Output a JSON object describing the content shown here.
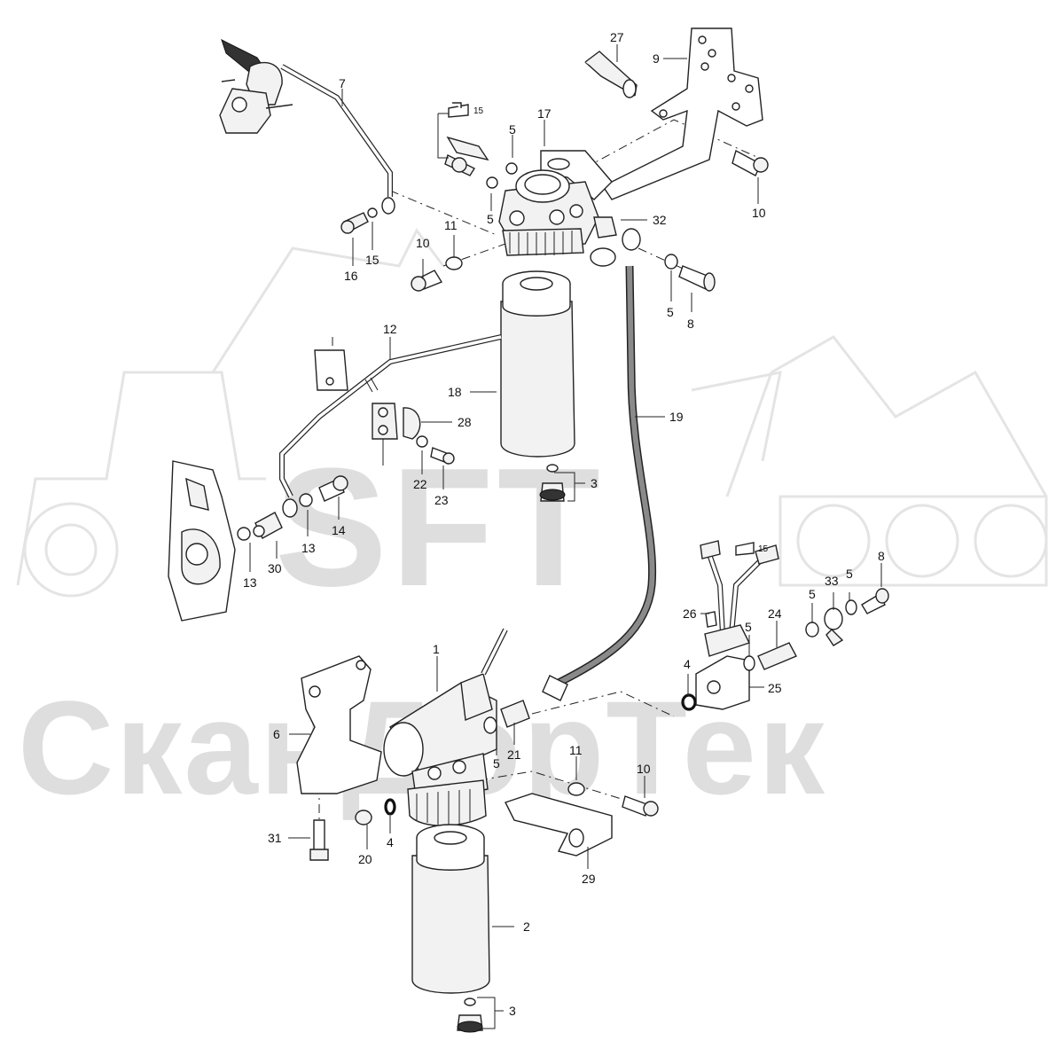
{
  "watermark": {
    "brand": "SFT",
    "company": "СканДорТек"
  },
  "reference_icon": "pointing-hand-icon",
  "callouts": {
    "c1": "1",
    "c2": "2",
    "c3a": "3",
    "c3b": "3",
    "c4a": "4",
    "c4b": "4",
    "c5a": "5",
    "c5b": "5",
    "c5c": "5",
    "c5d": "5",
    "c5e": "5",
    "c5f": "5",
    "c5g": "5",
    "c6": "6",
    "c7": "7",
    "c8a": "8",
    "c8b": "8",
    "c9": "9",
    "c10a": "10",
    "c10b": "10",
    "c10c": "10",
    "c11a": "11",
    "c11b": "11",
    "c12": "12",
    "c13a": "13",
    "c13b": "13",
    "c14": "14",
    "c15": "15",
    "c16": "16",
    "c17": "17",
    "c18": "18",
    "c19": "19",
    "c20": "20",
    "c21": "21",
    "c22": "22",
    "c23": "23",
    "c24": "24",
    "c25": "25",
    "c26": "26",
    "c27": "27",
    "c28": "28",
    "c29": "29",
    "c30": "30",
    "c31": "31",
    "c32": "32",
    "c33": "33",
    "ref15a": "15",
    "ref15b": "15"
  }
}
